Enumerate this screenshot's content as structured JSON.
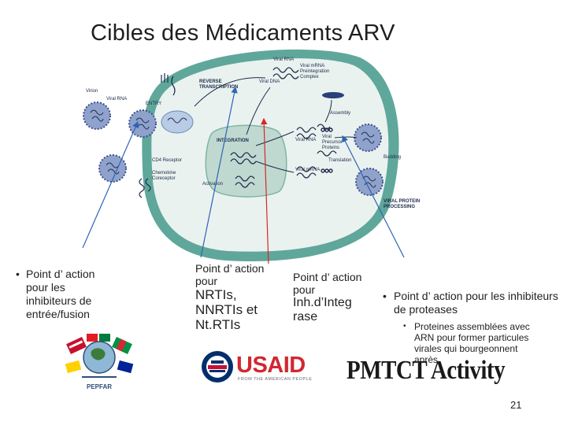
{
  "title": "Cibles des Médicaments ARV",
  "diagram_labels": {
    "virion": "Virion",
    "entry": "ENTRY",
    "reverse_transcription_1": "REVERSE",
    "reverse_transcription_2": "TRANSCRIPTION",
    "viral_rna_top": "Viral RNA",
    "viral_dna_top": "Viral DNA",
    "viral_rna_left": "Viral RNA",
    "viral_mrna_1": "Viral mRNA",
    "viral_mrna_2": "Preintegration",
    "viral_mrna_3": "Complex",
    "assembly": "Assembly",
    "integration": "INTEGRATION",
    "viral_rna_mid": "Viral RNA",
    "viral_precursor_1": "Viral",
    "viral_precursor_2": "Precursor",
    "viral_precursor_3": "Proteins",
    "budding": "Budding",
    "translation": "Translation",
    "viral_mrna_low": "Viral mRNA",
    "cd4": "CD4 Receptor",
    "chemokine_1": "Chemokine",
    "chemokine_2": "Coreceptor",
    "activation": "Activation",
    "viral_protein_1": "VIRAL PROTEIN",
    "viral_protein_2": "PROCESSING"
  },
  "entry_text": "Point d’ action pour les inhibiteurs de entrée/fusion",
  "nrti_line1": "Point d’ action pour",
  "nrti_line2": "NRTIs, NNRTIs et Nt.RTIs",
  "integrase_line1": "Point d’ action pour",
  "integrase_line2": "Inh.d’Integ rase",
  "protease_text": "Point d’ action pour les inhibiteurs de proteases",
  "protease_sub": "Proteines assemblées avec ARN pour former particules virales qui bourgeonnent après.",
  "bullet_glyph": "•",
  "logos": {
    "pepfar": "PEPFAR",
    "usaid": "USAID",
    "usaid_tagline": "FROM THE AMERICAN PEOPLE",
    "pmtct": "PMTCT Activity"
  },
  "page_number": "21",
  "colors": {
    "cell_fill": "#5fa79a",
    "cytoplasm": "#e9f2ef",
    "nucleus": "#d8e8e2",
    "arrow_blue": "#2f63b8",
    "arrow_red": "#d8262a",
    "virion_blue": "#3d4f8e"
  }
}
